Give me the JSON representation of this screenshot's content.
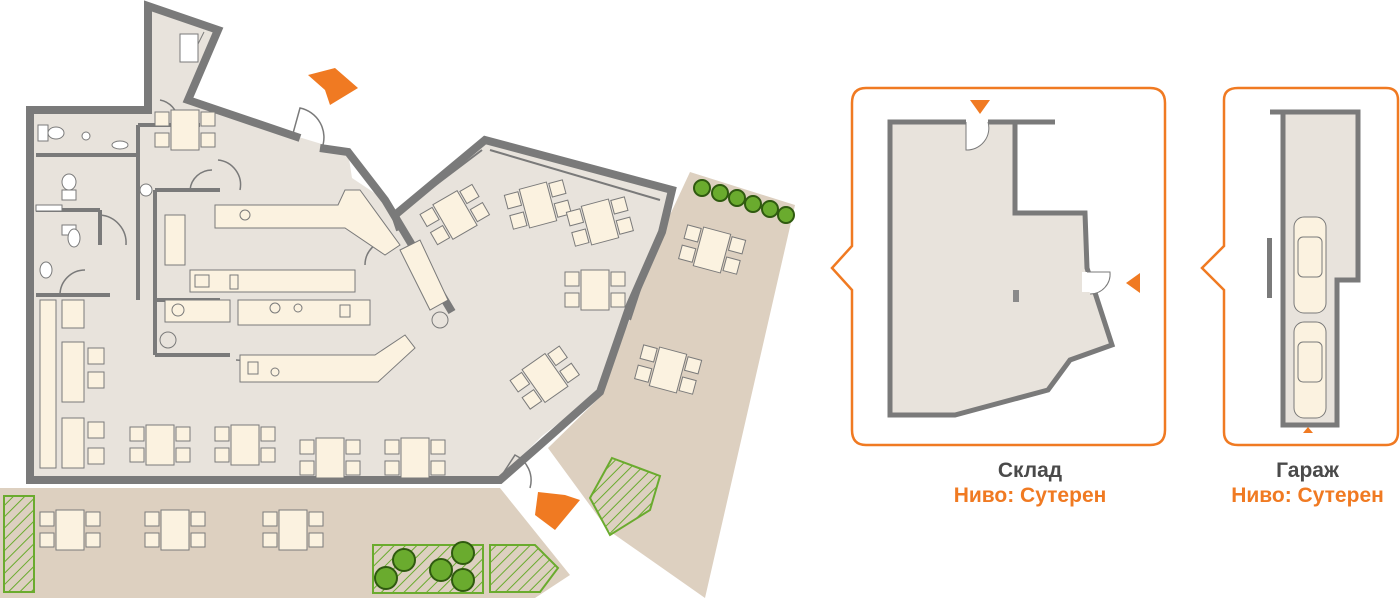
{
  "colors": {
    "wall": "#7a7a7a",
    "floor": "#e8e3dc",
    "terrace": "#ddd0c0",
    "furniture": "#fbf2e0",
    "accent": "#f07a22",
    "greenery": "#6aab2e",
    "text_dark": "#4a4a4a"
  },
  "icons": {
    "entrance_arrow": "entrance-arrow-icon",
    "tree": "tree-icon",
    "car": "car-icon",
    "door_swing": "door-swing-icon"
  },
  "panels": [
    {
      "name": "Склад",
      "level": "Ниво: Сутерен"
    },
    {
      "name": "Гараж",
      "level": "Ниво: Сутерен"
    }
  ]
}
